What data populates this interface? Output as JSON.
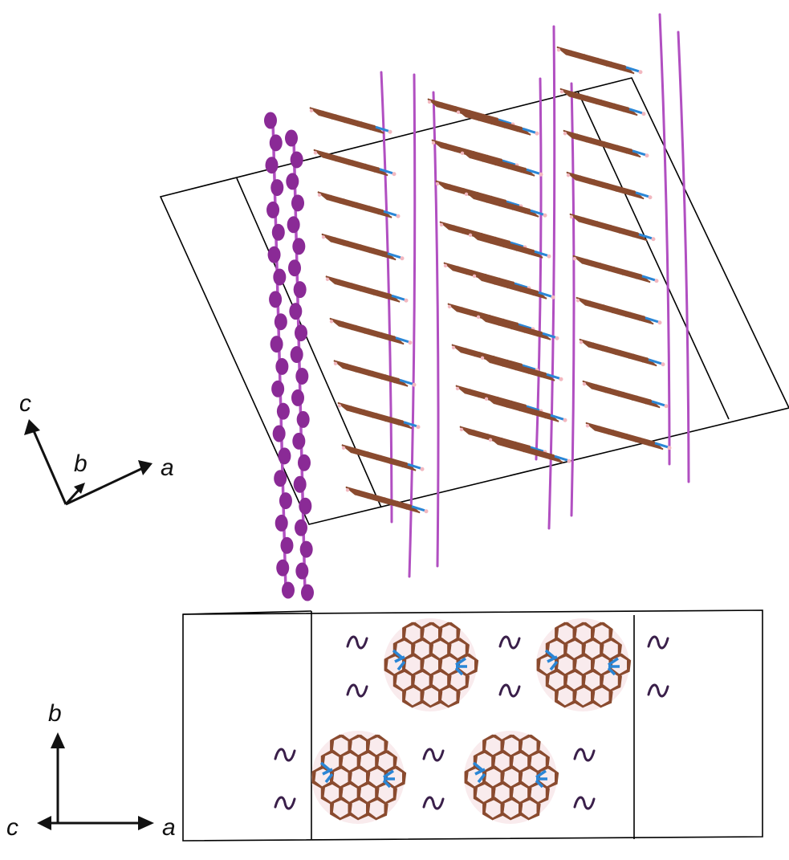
{
  "top_view": {
    "axis_labels": {
      "c": "c",
      "b": "b",
      "a": "a"
    }
  },
  "bottom_view": {
    "axis_labels": {
      "b": "b",
      "c": "c",
      "a": "a"
    }
  },
  "colors": {
    "carbon": "#8a4b2f",
    "hydrogen": "#f2b8c0",
    "nitrogen": "#2a86d6",
    "iodine_chain": "#b14fc1",
    "iodine_atom": "#8a2a96",
    "tilde_ion": "#3a1f4a",
    "cell": "#000000"
  }
}
